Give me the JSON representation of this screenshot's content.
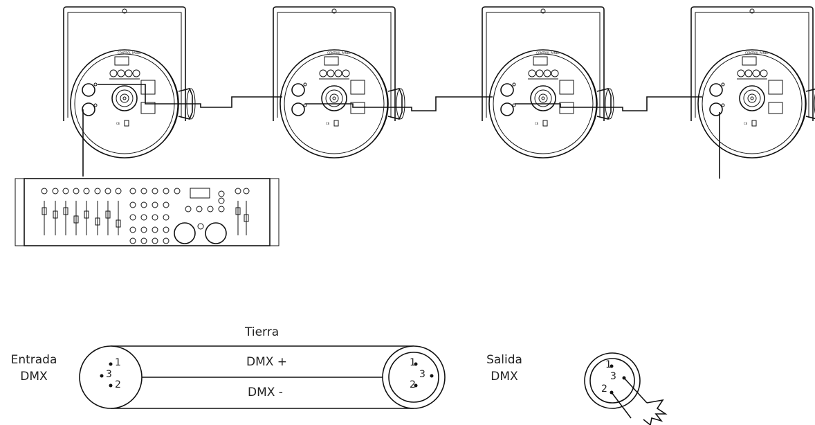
{
  "fixtures": [
    {
      "id": "fixture-1"
    },
    {
      "id": "fixture-2"
    },
    {
      "id": "fixture-3"
    },
    {
      "id": "fixture-4"
    }
  ],
  "fixture_panel": {
    "title": "CONTROL PANEL"
  },
  "cable": {
    "top_label": "Tierra",
    "mid_label": "DMX +",
    "bottom_label": "DMX -",
    "input_label_line1": "Entrada",
    "input_label_line2": "DMX",
    "output_label_line1": "Salida",
    "output_label_line2": "DMX"
  },
  "pins": {
    "input": [
      "1",
      "3",
      "2"
    ],
    "output": [
      "1",
      "3",
      "2"
    ],
    "terminator": [
      "1",
      "3",
      "2"
    ]
  },
  "icons": [
    "dmx-controller-icon",
    "par-light-icon",
    "xlr-connector-icon",
    "terminator-icon"
  ]
}
